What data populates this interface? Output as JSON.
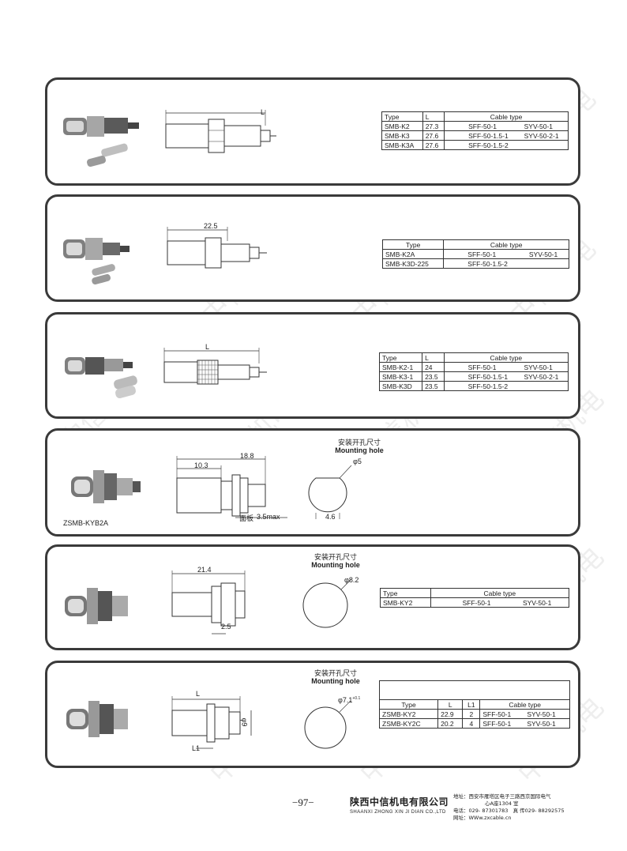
{
  "watermark": "中信机电",
  "panels": [
    {
      "id": "p1",
      "dim_label": "L",
      "table": {
        "headers": [
          "Type",
          "L",
          "Cable type"
        ],
        "rows": [
          [
            "SMB-K2",
            "27.3",
            "SFF-50-1",
            "SYV-50-1"
          ],
          [
            "SMB-K3",
            "27.6",
            "SFF-50-1.5-1",
            "SYV-50-2-1"
          ],
          [
            "SMB-K3A",
            "27.6",
            "SFF-50-1.5-2",
            ""
          ]
        ]
      }
    },
    {
      "id": "p2",
      "dim_label": "22.5",
      "table": {
        "headers": [
          "Type",
          "Cable type"
        ],
        "rows": [
          [
            "SMB-K2A",
            "SFF-50-1",
            "SYV-50-1"
          ],
          [
            "SMB-K3D-225",
            "SFF-50-1.5-2",
            ""
          ]
        ]
      }
    },
    {
      "id": "p3",
      "dim_label": "L",
      "table": {
        "headers": [
          "Type",
          "L",
          "Cable type"
        ],
        "rows": [
          [
            "SMB-K2-1",
            "24",
            "SFF-50-1",
            "SYV-50-1"
          ],
          [
            "SMB-K3-1",
            "23.5",
            "SFF-50-1.5-1",
            "SYV-50-2-1"
          ],
          [
            "SMB-K3D",
            "23.5",
            "SFF-50-1.5-2",
            ""
          ]
        ]
      }
    },
    {
      "id": "p4",
      "model": "ZSMB-KYB2A",
      "dims": {
        "overall": "18.8",
        "front": "10.3",
        "panel": "面板",
        "max": "3.5max"
      },
      "mounting": {
        "cn": "安装开孔尺寸",
        "en": "Mounting hole",
        "dia": "φ5",
        "flat": "4.6"
      }
    },
    {
      "id": "p5",
      "dims": {
        "overall": "21.4",
        "bottom": "2.5"
      },
      "mounting": {
        "cn": "安装开孔尺寸",
        "en": "Mounting hole",
        "dia": "φ8.2"
      },
      "table": {
        "headers": [
          "Type",
          "Cable type"
        ],
        "rows": [
          [
            "SMB-KY2",
            "SFF-50-1",
            "SYV-50-1"
          ]
        ]
      }
    },
    {
      "id": "p6",
      "dims": {
        "l": "L",
        "l1": "L1",
        "dia": "φ9"
      },
      "mounting": {
        "cn": "安装开孔尺寸",
        "en": "Mounting hole",
        "dia": "φ7.1",
        "tol": "+0.1"
      },
      "table": {
        "headers": [
          "Type",
          "L",
          "L1",
          "Cable type"
        ],
        "rows": [
          [
            "ZSMB-KY2",
            "22.9",
            "2",
            "SFF-50-1",
            "SYV-50-1"
          ],
          [
            "ZSMB-KY2C",
            "20.2",
            "4",
            "SFF-50-1",
            "SYV-50-1"
          ]
        ]
      }
    }
  ],
  "footer": {
    "page": "−97−",
    "company_cn": "陕西中信机电有限公司",
    "company_en": "SHAANXI ZHONG XIN JI DIAN CO.,LTD",
    "address_1": "地址：西安市雁塔区电子三路西京国际电气",
    "address_2": "心A座1304 室",
    "phone": "电话：029- 87301783",
    "fax": "真 传029- 88292575",
    "web": "网址：WWw.zxcable.cn"
  }
}
